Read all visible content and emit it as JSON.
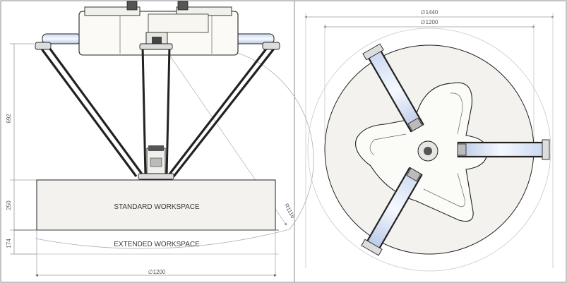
{
  "colors": {
    "background": "#ffffff",
    "panel_border": "#8a8a8a",
    "line": "#222222",
    "dim_line": "#9a9a9a",
    "arm_fill": "#dfe8f7",
    "base_fill": "#f4f2ee"
  },
  "side_view": {
    "workspace_standard": "STANDARD WORKSPACE",
    "workspace_extended": "EXTENDED WORKSPACE",
    "dim_height_total": "692",
    "dim_height_standard": "250",
    "dim_height_extended": "174",
    "dim_diameter_bottom": "∅1200",
    "dim_radius": "R1116"
  },
  "top_view": {
    "dim_diameter_outer": "∅1440",
    "dim_diameter_inner": "∅1200"
  }
}
